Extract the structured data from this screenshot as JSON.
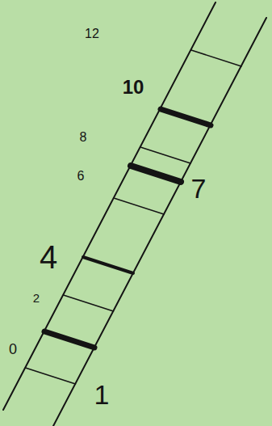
{
  "diagram": {
    "labels": [
      "12",
      "10",
      "8",
      "6",
      "7",
      "4",
      "2",
      "0",
      "1"
    ]
  }
}
